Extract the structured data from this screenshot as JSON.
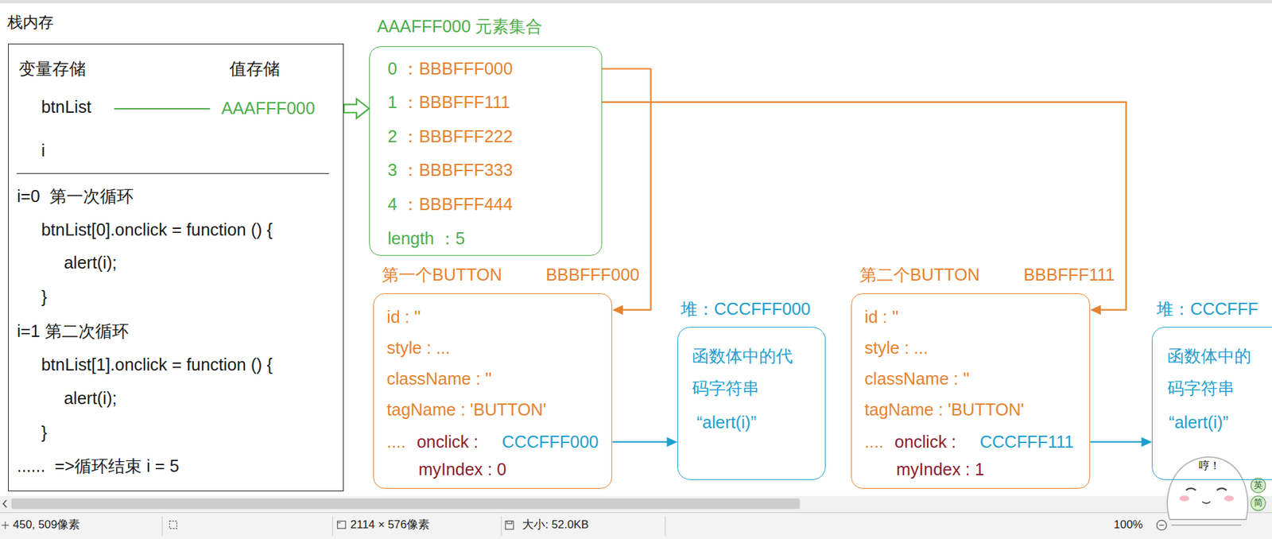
{
  "diagram": {
    "nodes": [
      {
        "text": [
          "栈内存",
          "变量存储",
          "值存储",
          "btnList",
          "AAAFFF000",
          "i",
          "i=0  第一次循环",
          "btnList[0].onclick = function () {",
          "alert(i);",
          "}",
          "i=1 第二次循环",
          "btnList[1].onclick = function () {",
          "alert(i);",
          "}",
          "......  =>循环结束 i = 5"
        ]
      },
      {
        "text": [
          "AAAFFF000 元素集合",
          "0",
          "：BBBFFF000",
          "1",
          "：BBBFFF111",
          "2",
          "：BBBFFF222",
          "3",
          "：BBBFFF333",
          "4",
          "：BBBFFF444",
          "length ：5"
        ]
      },
      {
        "text": [
          "第一个BUTTON",
          "BBBFFF000",
          "id : ''",
          "style : ...",
          "className : ''",
          "tagName : 'BUTTON'",
          "....",
          "onclick :",
          "CCCFFF000",
          "myIndex : 0"
        ]
      },
      {
        "text": [
          "堆：CCCFFF000",
          "函数体中的代码字符串",
          "“alert(i)”"
        ]
      },
      {
        "text": [
          "第二个BUTTON",
          "BBBFFF111",
          "id : ''",
          "style : ...",
          "className : ''",
          "tagName : 'BUTTON'",
          "....",
          "onclick :",
          "CCCFFF111",
          "myIndex : 1"
        ]
      },
      {
        "text": [
          "堆：CCCFFF",
          "函数体中的码字符串",
          "“alert(i)”"
        ]
      }
    ],
    "edges": [
      {
        "from": 0,
        "to": 1,
        "arrow": "to"
      },
      {
        "from": 1,
        "to": 2,
        "arrow": "to"
      },
      {
        "from": 1,
        "to": 4,
        "arrow": "to"
      },
      {
        "from": 2,
        "to": 3,
        "arrow": "to"
      },
      {
        "from": 4,
        "to": 5,
        "arrow": "to"
      }
    ],
    "labels": [
      "450, 509像素",
      "2114 × 576像素",
      "大小: 52.0KB",
      "100%",
      "哼！",
      "英",
      "简"
    ]
  }
}
